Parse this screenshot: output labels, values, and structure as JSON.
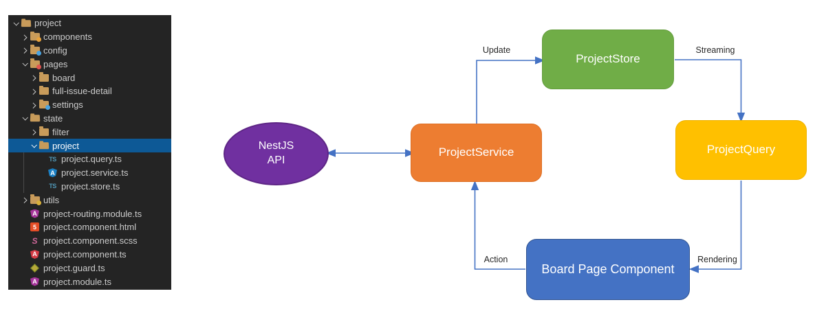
{
  "explorer": {
    "bg": "#242424",
    "text_color": "#cccccc",
    "selection_bg": "#0d5996",
    "selection_text": "#ffffff",
    "folder_color": "#c89b5a",
    "indent_guide_color": "#4a4a4a",
    "rows": [
      {
        "label": "project",
        "level": 0,
        "chevron": "down",
        "icon": "folder-open"
      },
      {
        "label": "components",
        "level": 1,
        "chevron": "right",
        "icon": "folder",
        "badge": "#e8a33d",
        "badge_kind": "components"
      },
      {
        "label": "config",
        "level": 1,
        "chevron": "right",
        "icon": "folder",
        "badge": "#4aa3e0",
        "badge_kind": "gear"
      },
      {
        "label": "pages",
        "level": 1,
        "chevron": "down",
        "icon": "folder",
        "badge": "#e05550",
        "badge_kind": "pages"
      },
      {
        "label": "board",
        "level": 2,
        "chevron": "right",
        "icon": "folder"
      },
      {
        "label": "full-issue-detail",
        "level": 2,
        "chevron": "right",
        "icon": "folder"
      },
      {
        "label": "settings",
        "level": 2,
        "chevron": "right",
        "icon": "folder",
        "badge": "#4aa3e0",
        "badge_kind": "gear"
      },
      {
        "label": "state",
        "level": 1,
        "chevron": "down",
        "icon": "folder-open"
      },
      {
        "label": "filter",
        "level": 2,
        "chevron": "right",
        "icon": "folder"
      },
      {
        "label": "project",
        "level": 2,
        "chevron": "down",
        "icon": "folder-open",
        "selected": true
      },
      {
        "label": "project.query.ts",
        "level": 3,
        "icon": "ts"
      },
      {
        "label": "project.service.ts",
        "level": 3,
        "icon": "ng-service"
      },
      {
        "label": "project.store.ts",
        "level": 3,
        "icon": "ts"
      },
      {
        "label": "utils",
        "level": 1,
        "chevron": "right",
        "icon": "folder",
        "badge": "#d9b13b",
        "badge_kind": "tools"
      },
      {
        "label": "project-routing.module.ts",
        "level": 1,
        "icon": "ng-module"
      },
      {
        "label": "project.component.html",
        "level": 1,
        "icon": "html"
      },
      {
        "label": "project.component.scss",
        "level": 1,
        "icon": "scss"
      },
      {
        "label": "project.component.ts",
        "level": 1,
        "icon": "ng-component"
      },
      {
        "label": "project.guard.ts",
        "level": 1,
        "icon": "guard"
      },
      {
        "label": "project.module.ts",
        "level": 1,
        "icon": "ng-module"
      }
    ],
    "icon_colors": {
      "ts": "#519aba",
      "ng_service": "#1b80c4",
      "ng_module": "#a6359b",
      "ng_component": "#d43b44",
      "html": "#e44d26",
      "scss": "#cd6799",
      "guard": "#b7a93a"
    }
  },
  "diagram": {
    "arrow_color": "#4472c4",
    "label_color": "#262626",
    "nodes": [
      {
        "id": "nestjs-api",
        "lines": [
          "NestJS",
          "API"
        ],
        "shape": "ellipse",
        "fill": "#7030a0",
        "border": "#5d2585"
      },
      {
        "id": "project-service",
        "lines": [
          "ProjectService"
        ],
        "shape": "rounded",
        "fill": "#ed7d31",
        "border": "#dd6f24"
      },
      {
        "id": "project-store",
        "lines": [
          "ProjectStore"
        ],
        "shape": "rounded",
        "fill": "#70ad47",
        "border": "#639c3c"
      },
      {
        "id": "project-query",
        "lines": [
          "ProjectQuery"
        ],
        "shape": "rounded",
        "fill": "#ffc000",
        "border": "#edb200"
      },
      {
        "id": "board-page-component",
        "lines": [
          "Board Page Component"
        ],
        "shape": "rounded",
        "fill": "#4472c4",
        "border": "#2f528f"
      }
    ],
    "edges": [
      {
        "label": "Update",
        "from": "project-service",
        "to": "project-store",
        "direction": "forward"
      },
      {
        "label": "Streaming",
        "from": "project-store",
        "to": "project-query",
        "direction": "forward"
      },
      {
        "label": "Rendering",
        "from": "project-query",
        "to": "board-page-component",
        "direction": "forward"
      },
      {
        "label": "Action",
        "from": "board-page-component",
        "to": "project-service",
        "direction": "forward"
      },
      {
        "label": "",
        "from": "nestjs-api",
        "to": "project-service",
        "direction": "both"
      }
    ]
  }
}
